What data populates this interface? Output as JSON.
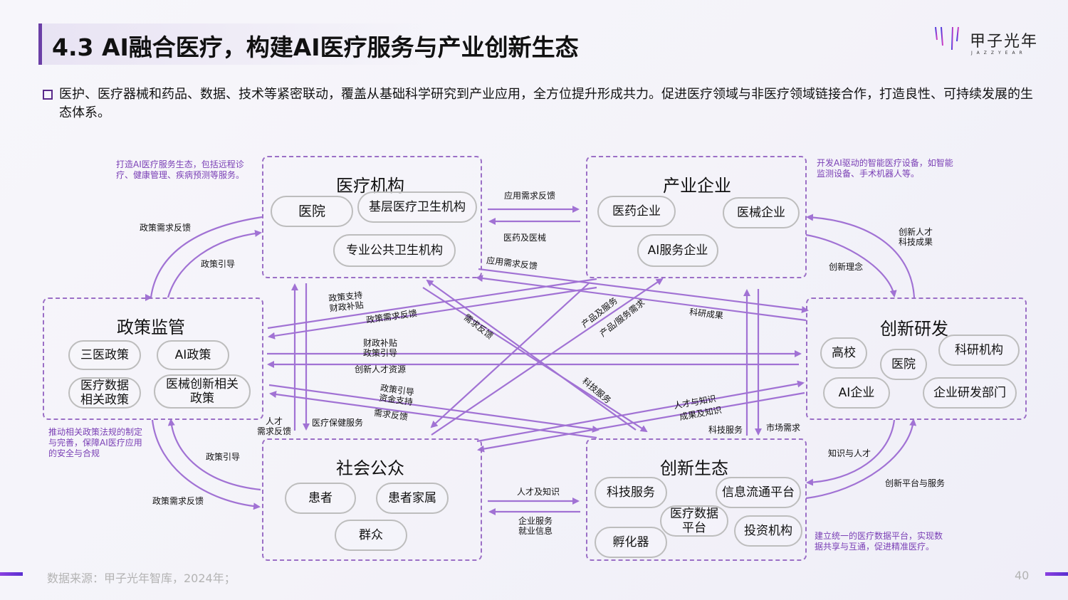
{
  "header": {
    "title": "4.3 AI融合医疗，构建AI医疗服务与产业创新生态",
    "logo_cn": "甲子光年",
    "logo_en": "JAZZYEAR"
  },
  "intro": "医护、医疗器械和药品、数据、技术等紧密联动，覆盖从基础科学研究到产业应用，全方位提升形成共力。促进医疗领域与非医疗领域链接合作，打造良性、可持续发展的生态体系。",
  "groups": {
    "medical": {
      "title": "医疗机构",
      "items": [
        "医院",
        "基层医疗卫生机构",
        "专业公共卫生机构"
      ]
    },
    "industry": {
      "title": "产业企业",
      "items": [
        "医药企业",
        "医械企业",
        "AI服务企业"
      ]
    },
    "policy": {
      "title": "政策监管",
      "items": [
        "三医政策",
        "AI政策",
        "医疗数据\n相关政策",
        "医械创新相关\n政策"
      ]
    },
    "rnd": {
      "title": "创新研发",
      "items": [
        "高校",
        "医院",
        "科研机构",
        "AI企业",
        "企业研发部门"
      ]
    },
    "public": {
      "title": "社会公众",
      "items": [
        "患者",
        "患者家属",
        "群众"
      ]
    },
    "ecosystem": {
      "title": "创新生态",
      "items": [
        "科技服务",
        "信息流通平台",
        "医疗数据\n平台",
        "投资机构",
        "孵化器"
      ]
    }
  },
  "notes": {
    "medical": "打造AI医疗服务生态，包括远程诊疗、健康管理、疾病预测等服务。",
    "industry": "开发AI驱动的智能医疗设备，如智能监测设备、手术机器人等。",
    "policy": "推动相关政策法规的制定与完善，保障AI医疗应用的安全与合规",
    "ecosystem": "建立统一的医疗数据平台，实现数据共享与互通，促进精准医疗。"
  },
  "flows": {
    "med_ind_top": "应用需求反馈",
    "med_ind_bottom": "医药及医械",
    "med_rnd": "应用需求反馈",
    "policy_med_outer": "政策需求反馈",
    "policy_med_inner": "政策引导",
    "policy_ind_1": "政策支持\n财政补贴",
    "policy_ind_2": "政策需求反馈",
    "med_eco": "需求反馈",
    "ind_policy": "产品及服务",
    "ind_public": "产品/服务需求",
    "rnd_med": "科研成果",
    "policy_rnd_top": "财政补贴\n政策引导",
    "policy_rnd_bottom": "创新人才资源",
    "policy_eco_1": "政策引导\n资金支持",
    "policy_eco_2": "需求反馈",
    "med_public_up": "人才\n需求反馈",
    "med_public_down": "医疗保健服务",
    "eco_med": "科技服务",
    "eco_rnd_1": "人才与知识",
    "eco_rnd_2": "成果及知识",
    "ind_eco_up": "科技服务",
    "ind_eco_down": "市场需求",
    "ind_rnd_outer": "创新人才\n科技成果",
    "ind_rnd_inner": "创新理念",
    "policy_public_inner": "政策引导",
    "policy_public_outer": "政策需求反馈",
    "public_eco_top": "人才及知识",
    "public_eco_bottom": "企业服务\n就业信息",
    "rnd_eco_inner": "知识与人才",
    "rnd_eco_outer": "创新平台与服务"
  },
  "footer": {
    "source": "数据来源：甲子光年智库，2024年；",
    "page": "40"
  },
  "colors": {
    "accent": "#9b6fc6",
    "note": "#7a3fb5",
    "title_bar": "#6b3fa6"
  }
}
